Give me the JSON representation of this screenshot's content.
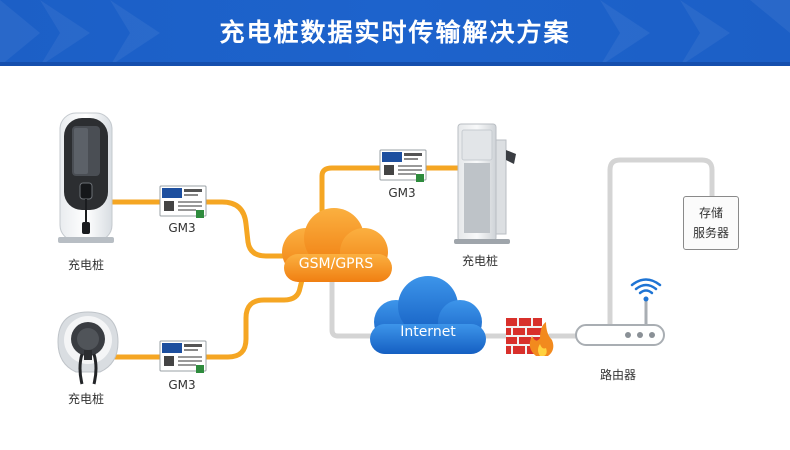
{
  "header": {
    "title": "充电桩数据实时传输解决方案"
  },
  "nodes": {
    "charger_top": {
      "label": "充电桩"
    },
    "charger_bottom": {
      "label": "充电桩"
    },
    "charger_station": {
      "label": "充电桩"
    },
    "module_top": {
      "label": "GM3"
    },
    "module_bottom": {
      "label": "GM3"
    },
    "module_station": {
      "label": "GM3"
    },
    "gsm_cloud": {
      "label": "GSM/GPRS"
    },
    "internet_cloud": {
      "label": "Internet"
    },
    "router": {
      "label": "路由器"
    },
    "server": {
      "line1": "存储",
      "line2": "服务器"
    }
  },
  "colors": {
    "header_bg": "#1c5fc6",
    "orange_link": "#f5a623",
    "gray_link": "#d4d4d4",
    "gsm_cloud": "#f7941d",
    "internet_cloud": "#1e74d4",
    "firewall": "#d8302b"
  },
  "icons": {
    "charger_top": "wall-charger-icon",
    "charger_bottom": "round-charger-icon",
    "charger_station": "charging-station-icon",
    "module": "gm3-module-icon",
    "firewall": "firewall-icon",
    "router": "router-icon",
    "wifi": "wifi-icon"
  }
}
